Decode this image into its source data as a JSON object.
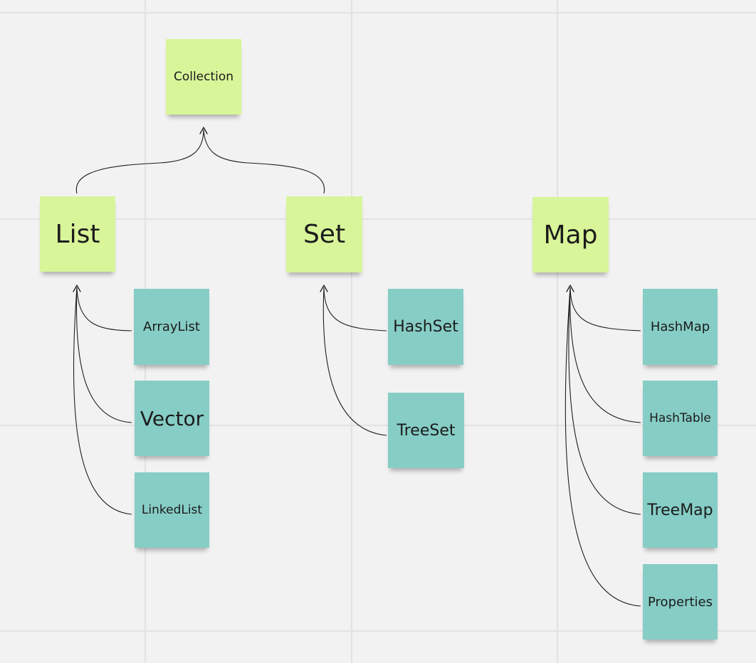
{
  "diagram": {
    "colors": {
      "background": "#f2f2f2",
      "grid": "#e2e2e2",
      "interface_note": "#d8f599",
      "class_note": "#86cdc5",
      "connector": "#1f1f1f"
    },
    "root": {
      "label": "Collection"
    },
    "groups": {
      "list": {
        "label": "List",
        "children": [
          "ArrayList",
          "Vector",
          "LinkedList"
        ]
      },
      "set": {
        "label": "Set",
        "children": [
          "HashSet",
          "TreeSet"
        ]
      },
      "map": {
        "label": "Map",
        "children": [
          "HashMap",
          "HashTable",
          "TreeMap",
          "Properties"
        ]
      }
    },
    "edges": [
      {
        "from": "List",
        "to": "Collection"
      },
      {
        "from": "Set",
        "to": "Collection"
      },
      {
        "from": "ArrayList",
        "to": "List"
      },
      {
        "from": "Vector",
        "to": "List"
      },
      {
        "from": "LinkedList",
        "to": "List"
      },
      {
        "from": "HashSet",
        "to": "Set"
      },
      {
        "from": "TreeSet",
        "to": "Set"
      },
      {
        "from": "HashMap",
        "to": "Map"
      },
      {
        "from": "HashTable",
        "to": "Map"
      },
      {
        "from": "TreeMap",
        "to": "Map"
      },
      {
        "from": "Properties",
        "to": "Map"
      }
    ]
  }
}
